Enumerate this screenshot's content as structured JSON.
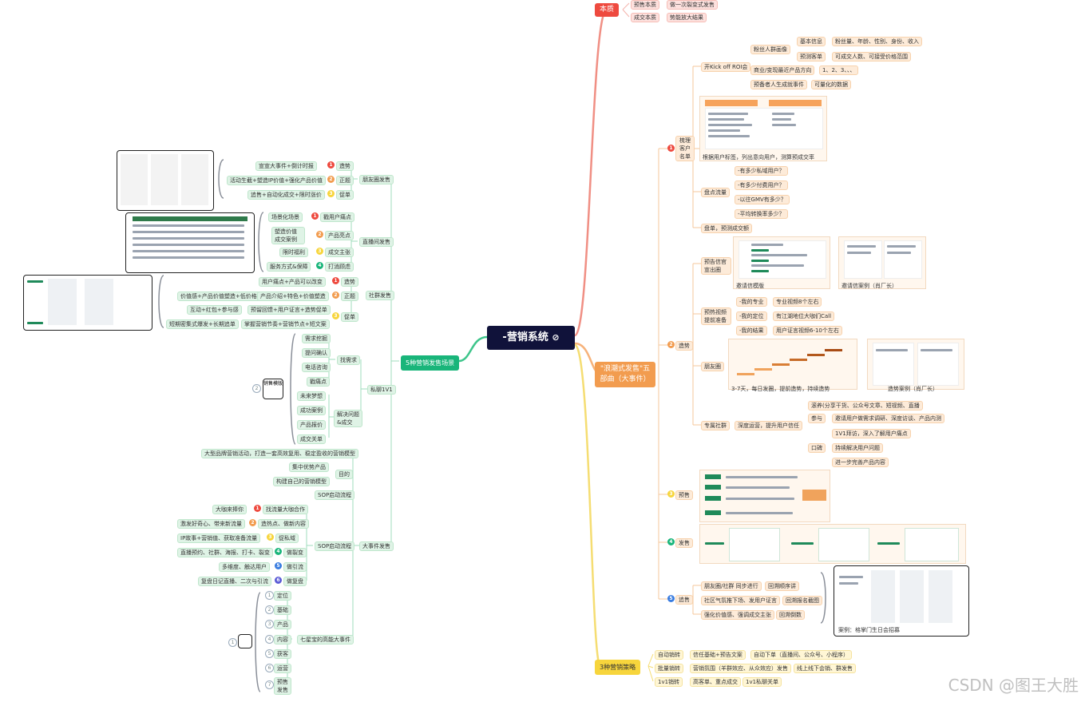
{
  "root": {
    "title": "-营销系统",
    "icon": "link-icon"
  },
  "colors": {
    "green": "#19b57a",
    "orange": "#f29c4f",
    "red": "#ee4a3f",
    "yellow": "#f7d53c",
    "root": "#10123a"
  },
  "top": {
    "label": "本质",
    "children": [
      {
        "label": "预售本质",
        "child": "做一次裂变式发售"
      },
      {
        "label": "成交本质",
        "child": "势能放大结果"
      }
    ]
  },
  "five_steps": {
    "label": "\"浪潮式发售\"五部曲（大事件）",
    "s1": {
      "label": "梳理客户名单",
      "kickoff": "开Kick off ROI会",
      "portrait": "粉丝人群画像",
      "basic": "基本信息",
      "basic_v": "粉丝量、年龄、性别、身份、收入",
      "budget": "预测客单",
      "budget_v": "可成交人数、可接受价格范围",
      "biz": "商业/变现最近产品方向",
      "biz_v": "1、2、3、、、",
      "event": "预备者人生成就事件",
      "event_v": "可量化的数据",
      "tag_caption": "根据用户标签，列出意向用户，测算预成交率",
      "pool": "盘点流量",
      "pool_items": [
        "-有多少私域用户？",
        "-有多少付费用户？",
        "-以往GMV有多少？",
        "-平均转换率多少？"
      ],
      "sum": "盘单，预测成交额"
    },
    "s2": {
      "label": "造势",
      "pre": "预告信官宣出圈",
      "cap1": "邀请信模版",
      "cap2": "邀请信案例（肖厂长）",
      "video": "预热视频提前准备",
      "v1": "-我的专业",
      "v1v": "专业视频8个左右",
      "v2": "-我的定位",
      "v2v": "有江湖地位大咖们Call",
      "v3": "-我的结果",
      "v3v": "用户证言视频6-10个左右",
      "moments": "朋友圈",
      "cap3": "3-7天，每日发圈，提前造势，持续造势",
      "cap4": "造势案例（肖厂长）",
      "community": "专属社群",
      "deep": "深度运营，提升用户信任",
      "sub1": "滚养(分享干货、公众号文章、短视频、直播",
      "sub2": "参与",
      "sub2v": "邀请用户做需求调研、深度访谈、产品内测",
      "sub3": "口碑",
      "sub3a": "1V1拜访，深入了解用户痛点",
      "sub3b": "持续解决用户问题",
      "sub3c": "进一步完善产品内容"
    },
    "s3": {
      "label": "预售"
    },
    "s4": {
      "label": "发售"
    },
    "s5": {
      "label": "追售",
      "a": "朋友圈/社群 同步进行",
      "av": "回溯顺序讲",
      "b": "社区气氛推下场、发用户证言",
      "bv": "回溯报名截图",
      "c": "强化价值感、强调成交主张",
      "cv": "回溯倒数",
      "case": "案例：格掌门生日会招募"
    },
    "nums": [
      "1",
      "2",
      "3",
      "4",
      "5"
    ]
  },
  "three": {
    "label": "3种营销策略",
    "rows": [
      [
        "自动销转",
        "信任基础+预告文案",
        "自动下单（直播间、公众号、小程序）"
      ],
      [
        "批量销转",
        "营销氛围（羊群效应、从众效应）发售",
        "线上线下会销、群发售"
      ],
      [
        "1v1销转",
        "高客单、重点成交",
        "1v1私聊关单"
      ]
    ]
  },
  "left": {
    "label": "5种营销发售场景",
    "moments": {
      "label": "朋友圈发售",
      "rows": [
        [
          "宣宣大事件+倒计时报",
          "1",
          "造势"
        ],
        [
          "活动生截+塑造IP价值+强化产品价值",
          "2",
          "正题"
        ],
        [
          "追售+自动化成交+限时涨价",
          "3",
          "促单"
        ]
      ]
    },
    "live": {
      "label": "直播间发售",
      "rows": [
        [
          "场景化场景",
          "1",
          "戳用户痛点"
        ],
        [
          "塑造价值成交案例",
          "2",
          "产品亮点"
        ],
        [
          "限时福利",
          "3",
          "成交主张"
        ],
        [
          "服务方式&保障",
          "4",
          "打消顾虑"
        ]
      ]
    },
    "group": {
      "label": "社群发售",
      "rows": [
        [
          "用户痛点+产品可以改变",
          "1",
          "造势"
        ],
        [
          "价值感+产品价值塑造+低价格",
          "2",
          "正题"
        ],
        [
          "互动+红包+参与感",
          "",
          "预留回馈+用户证言+造势促单"
        ],
        [
          "短期密集式爆发+长期追单",
          "3",
          "促单"
        ]
      ],
      "last": "掌握营销节奏+营销节点+短文案"
    },
    "private": {
      "label": "私聊1V1",
      "find": "找需求",
      "find_items": [
        "需求挖掘",
        "提问确认",
        "电话咨询",
        "戳痛点"
      ],
      "solve": "解决问题&成交",
      "solve_items": [
        "未来梦想",
        "成功案例",
        "产品报价",
        "成交关单"
      ],
      "script": "销售模版"
    },
    "event": {
      "label": "大事件发售",
      "top": "大型品牌营销活动，打造一套高效复用、稳定盈收的营销模型",
      "goal": "目的",
      "goal_items": [
        "集中优势产品",
        "构建自己的营销模型"
      ],
      "sop_pre": "SOP启动流程",
      "sop": "SOP启动流程",
      "sop_rows": [
        [
          "大咖来捧你",
          "1",
          "找流量大咖合作"
        ],
        [
          "激发好奇心、带来新流量",
          "2",
          "造热点、做新内容"
        ],
        [
          "IP故事+营销值、获取准备流量",
          "3",
          "促私域"
        ],
        [
          "直播预约、社群、海报、打卡、裂变",
          "4",
          "做裂变"
        ],
        [
          "多维度、触达用户",
          "5",
          "做引流"
        ],
        [
          "复盘日记直播、二次与引流",
          "6",
          "做复盘"
        ]
      ],
      "seven": "七星宝的高能大事件",
      "seven_items": [
        "定位",
        "基础",
        "产品",
        "内容",
        "获客",
        "运营",
        "预售发售"
      ]
    }
  },
  "watermark": "CSDN @图王大胜"
}
